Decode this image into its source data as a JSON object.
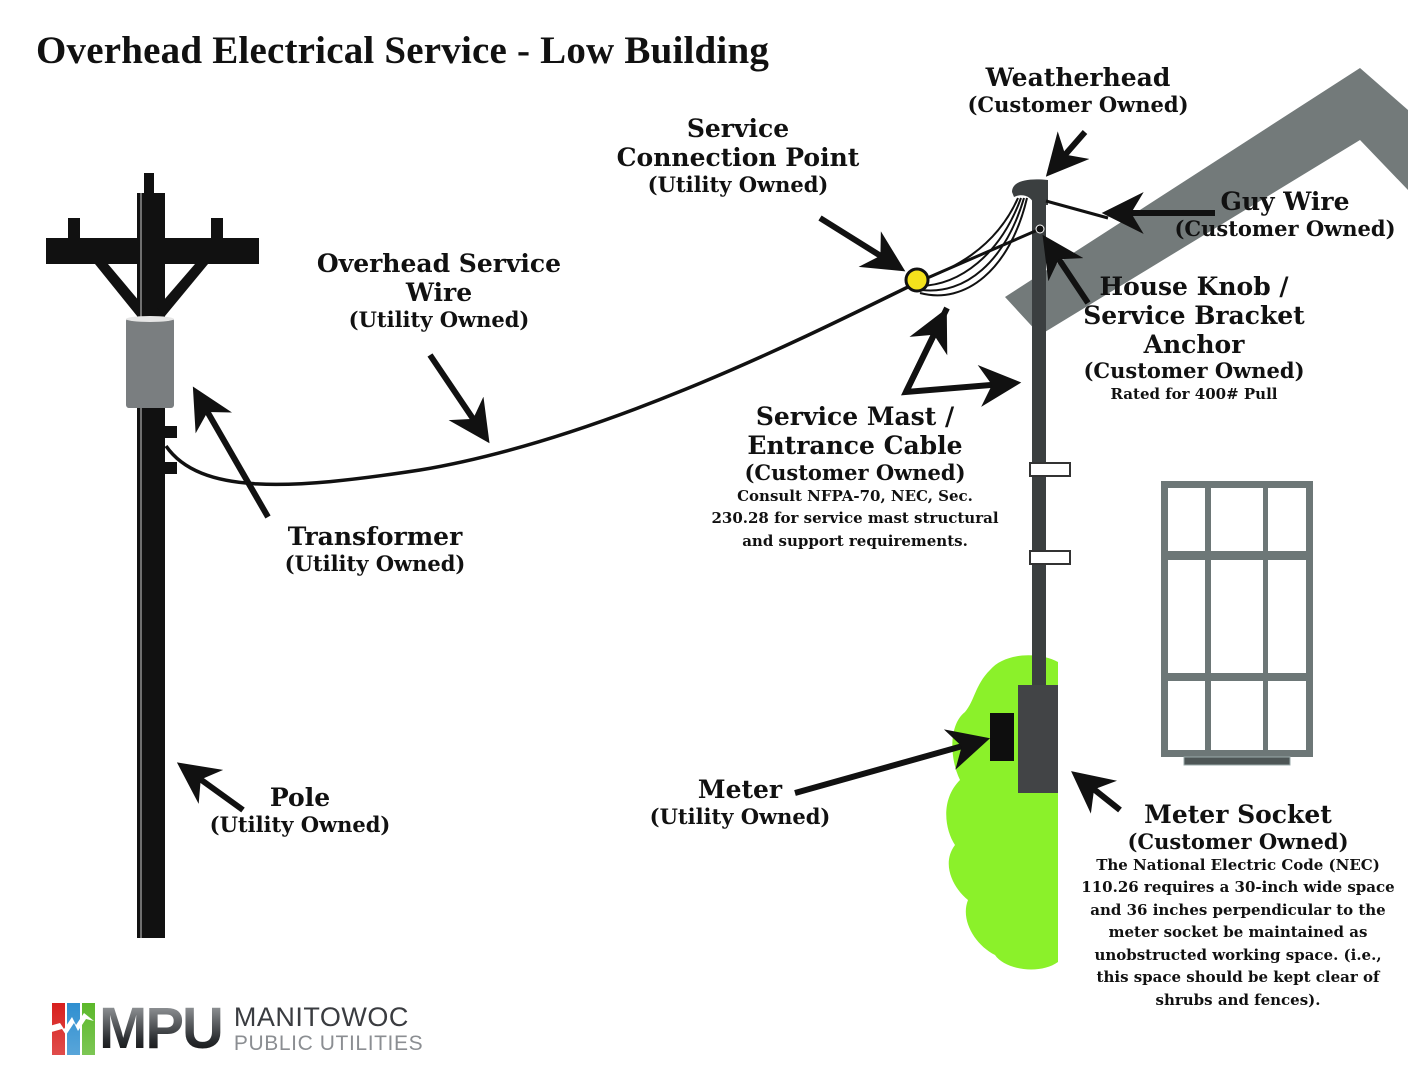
{
  "title": "Overhead Electrical Service - Low Building",
  "colors": {
    "pole": "#111111",
    "transformer": "#7a7e80",
    "roof": "#737a7a",
    "mast": "#3b3f40",
    "connection_point": "#f4e21c",
    "shrub": "#8bf12a",
    "window_frame": "#6d7777",
    "meter": "#0e0e0e",
    "meter_socket": "#424446"
  },
  "labels": {
    "weatherhead": {
      "title": "Weatherhead",
      "owner": "(Customer Owned)"
    },
    "service_connection_point": {
      "title_line1": "Service",
      "title_line2": "Connection Point",
      "owner": "(Utility Owned)"
    },
    "guy_wire": {
      "title": "Guy Wire",
      "owner": "(Customer Owned)"
    },
    "overhead_service_wire": {
      "title_line1": "Overhead Service",
      "title_line2": "Wire",
      "owner": "(Utility Owned)"
    },
    "house_knob": {
      "title_line1": "House Knob /",
      "title_line2": "Service Bracket",
      "title_line3": "Anchor",
      "owner": "(Customer Owned)",
      "note": "Rated for 400# Pull"
    },
    "service_mast": {
      "title_line1": "Service Mast /",
      "title_line2": "Entrance Cable",
      "owner": "(Customer Owned)",
      "note_lines": [
        "Consult NFPA-70, NEC, Sec.",
        "230.28 for service mast structural",
        "and support requirements."
      ]
    },
    "transformer": {
      "title": "Transformer",
      "owner": "(Utility Owned)"
    },
    "pole": {
      "title": "Pole",
      "owner": "(Utility Owned)"
    },
    "meter": {
      "title": "Meter",
      "owner": "(Utility Owned)"
    },
    "meter_socket": {
      "title": "Meter Socket",
      "owner": "(Customer Owned)",
      "note_lines": [
        "The National Electric Code (NEC)",
        "110.26 requires a 30-inch wide space",
        "and 36 inches perpendicular to the",
        "meter socket be maintained as",
        "unobstructed working space.  (i.e.,",
        "this space should be kept clear of",
        "shrubs and fences)."
      ]
    }
  },
  "logo": {
    "mark": "MPU",
    "name_line1": "MANITOWOC",
    "name_line2": "PUBLIC UTILITIES",
    "bar_colors": [
      "#d8201e",
      "#2f8fd0",
      "#5cb82a"
    ]
  }
}
